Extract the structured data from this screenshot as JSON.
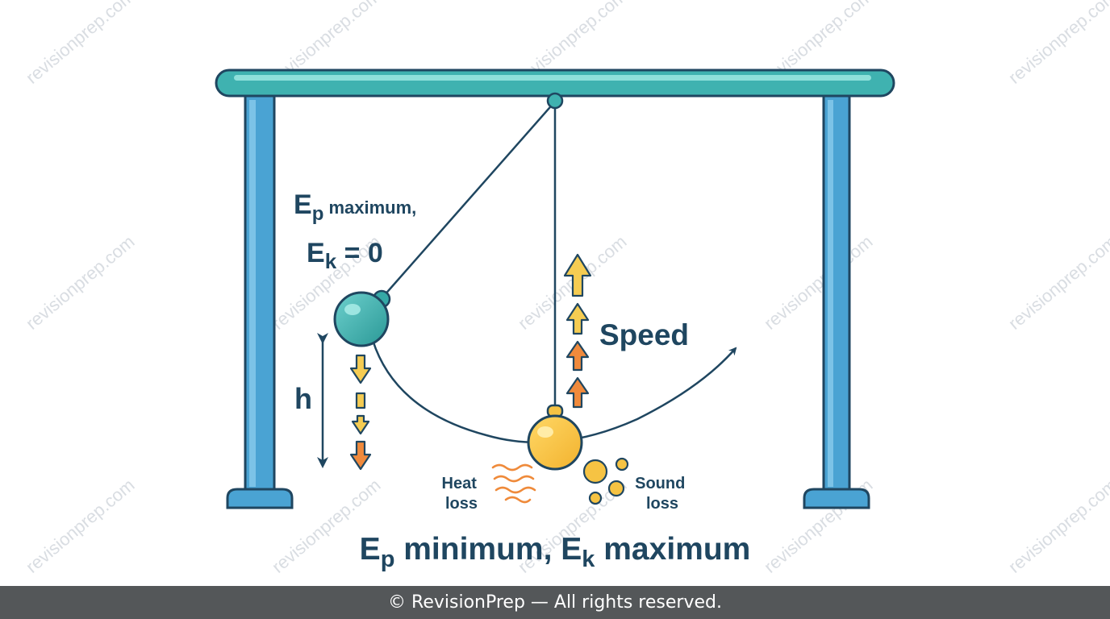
{
  "watermark": {
    "text": "revisionprep.com"
  },
  "labels": {
    "top_e": "E",
    "top_p_sub": "p",
    "top_max": " maximum,",
    "ek_e": "E",
    "ek_k_sub": "k",
    "ek_eq": " = 0",
    "h": "h",
    "speed": "Speed",
    "heat_line1": "Heat",
    "heat_line2": "loss",
    "sound_line1": "Sound",
    "sound_line2": "loss",
    "bottom_e1": "E",
    "bottom_p_sub": "p",
    "bottom_mid": " minimum, ",
    "bottom_e2": "E",
    "bottom_k_sub": "k",
    "bottom_end": " maximum"
  },
  "footer": {
    "text": "© RevisionPrep — All rights reserved."
  },
  "colors": {
    "frame_teal": "#3fb2b0",
    "post_blue": "#4aa3d3",
    "outline": "#1f4660",
    "bob_start": "#35a8a6",
    "bob_bottom": "#f6c343",
    "arrow_yellow": "#f5cc52",
    "arrow_orange": "#f08a3c",
    "heat": "#ef8a3a"
  },
  "icons": [
    "pendulum-frame",
    "pendulum-bob",
    "down-arrow-icon",
    "up-arrow-icon",
    "heat-wave-icon",
    "sound-bubble-icon",
    "swing-arc-arrow"
  ]
}
